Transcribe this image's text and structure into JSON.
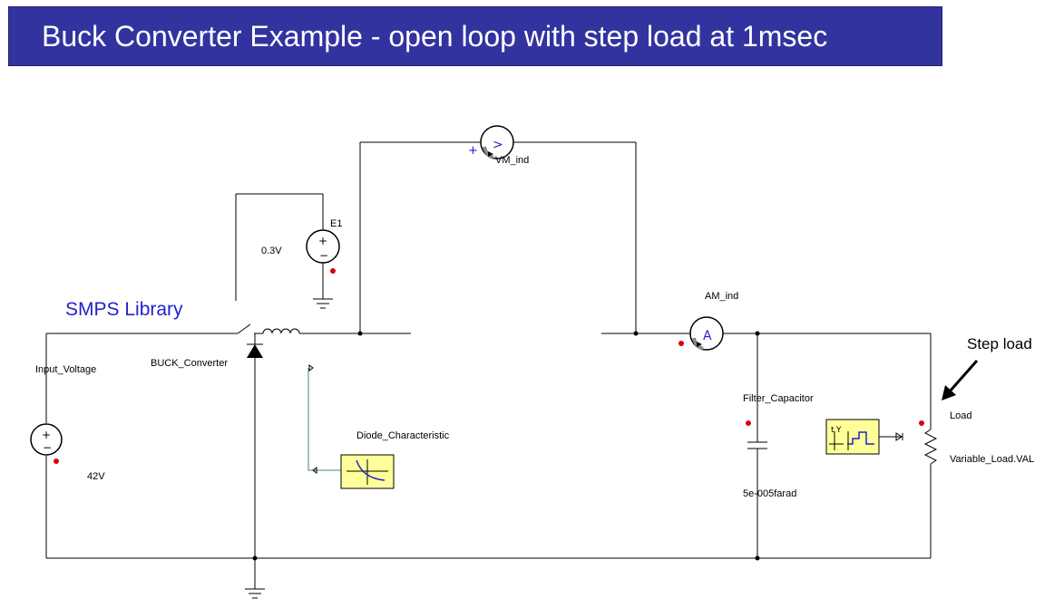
{
  "title": "Buck Converter Example - open loop with step load at 1msec",
  "library_label": "SMPS Library",
  "annotation": "Step load",
  "components": {
    "input_voltage": {
      "name": "Input_Voltage",
      "value": "42V"
    },
    "buck": {
      "name": "BUCK_Converter"
    },
    "e1": {
      "name": "E1",
      "value": "0.3V"
    },
    "vm": {
      "name": "VM_ind"
    },
    "am": {
      "name": "AM_ind"
    },
    "diode_char": {
      "name": "Diode_Characteristic"
    },
    "cap": {
      "name": "Filter_Capacitor",
      "value": "5e-005farad"
    },
    "load": {
      "name": "Load",
      "value": "Variable_Load.VAL"
    }
  },
  "colors": {
    "title_bg": "#3333a0",
    "library_text": "#2222cc",
    "block_fill": "#ffff99",
    "marker": "#dd0000",
    "control_wire": "#4a8a6a"
  }
}
